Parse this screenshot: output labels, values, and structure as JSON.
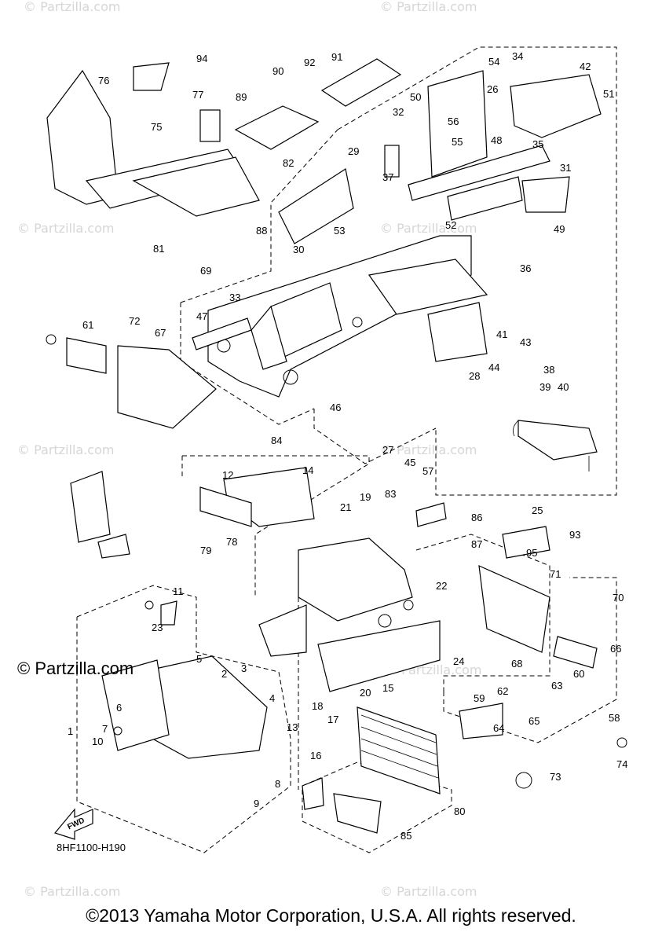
{
  "watermark": {
    "text": "© Partzilla.com",
    "main_text": "© Partzilla.com"
  },
  "diagram_code": "8HF1100-H190",
  "fwd_label": "FWD",
  "copyright": "©2013 Yamaha Motor Corporation, U.S.A. All rights reserved.",
  "callouts": [
    "1",
    "2",
    "3",
    "4",
    "5",
    "6",
    "7",
    "8",
    "9",
    "10",
    "11",
    "12",
    "13",
    "14",
    "15",
    "16",
    "17",
    "18",
    "19",
    "20",
    "21",
    "22",
    "23",
    "24",
    "25",
    "26",
    "27",
    "28",
    "29",
    "30",
    "31",
    "32",
    "33",
    "34",
    "35",
    "36",
    "37",
    "38",
    "39",
    "40",
    "41",
    "42",
    "43",
    "44",
    "45",
    "46",
    "47",
    "48",
    "49",
    "50",
    "51",
    "52",
    "53",
    "54",
    "55",
    "56",
    "57",
    "58",
    "59",
    "60",
    "61",
    "62",
    "63",
    "64",
    "65",
    "66",
    "67",
    "68",
    "69",
    "70",
    "71",
    "72",
    "73",
    "74",
    "75",
    "76",
    "77",
    "78",
    "79",
    "80",
    "81",
    "82",
    "83",
    "84",
    "85",
    "86",
    "87",
    "88",
    "89",
    "90",
    "91",
    "92",
    "93",
    "94",
    "95"
  ]
}
